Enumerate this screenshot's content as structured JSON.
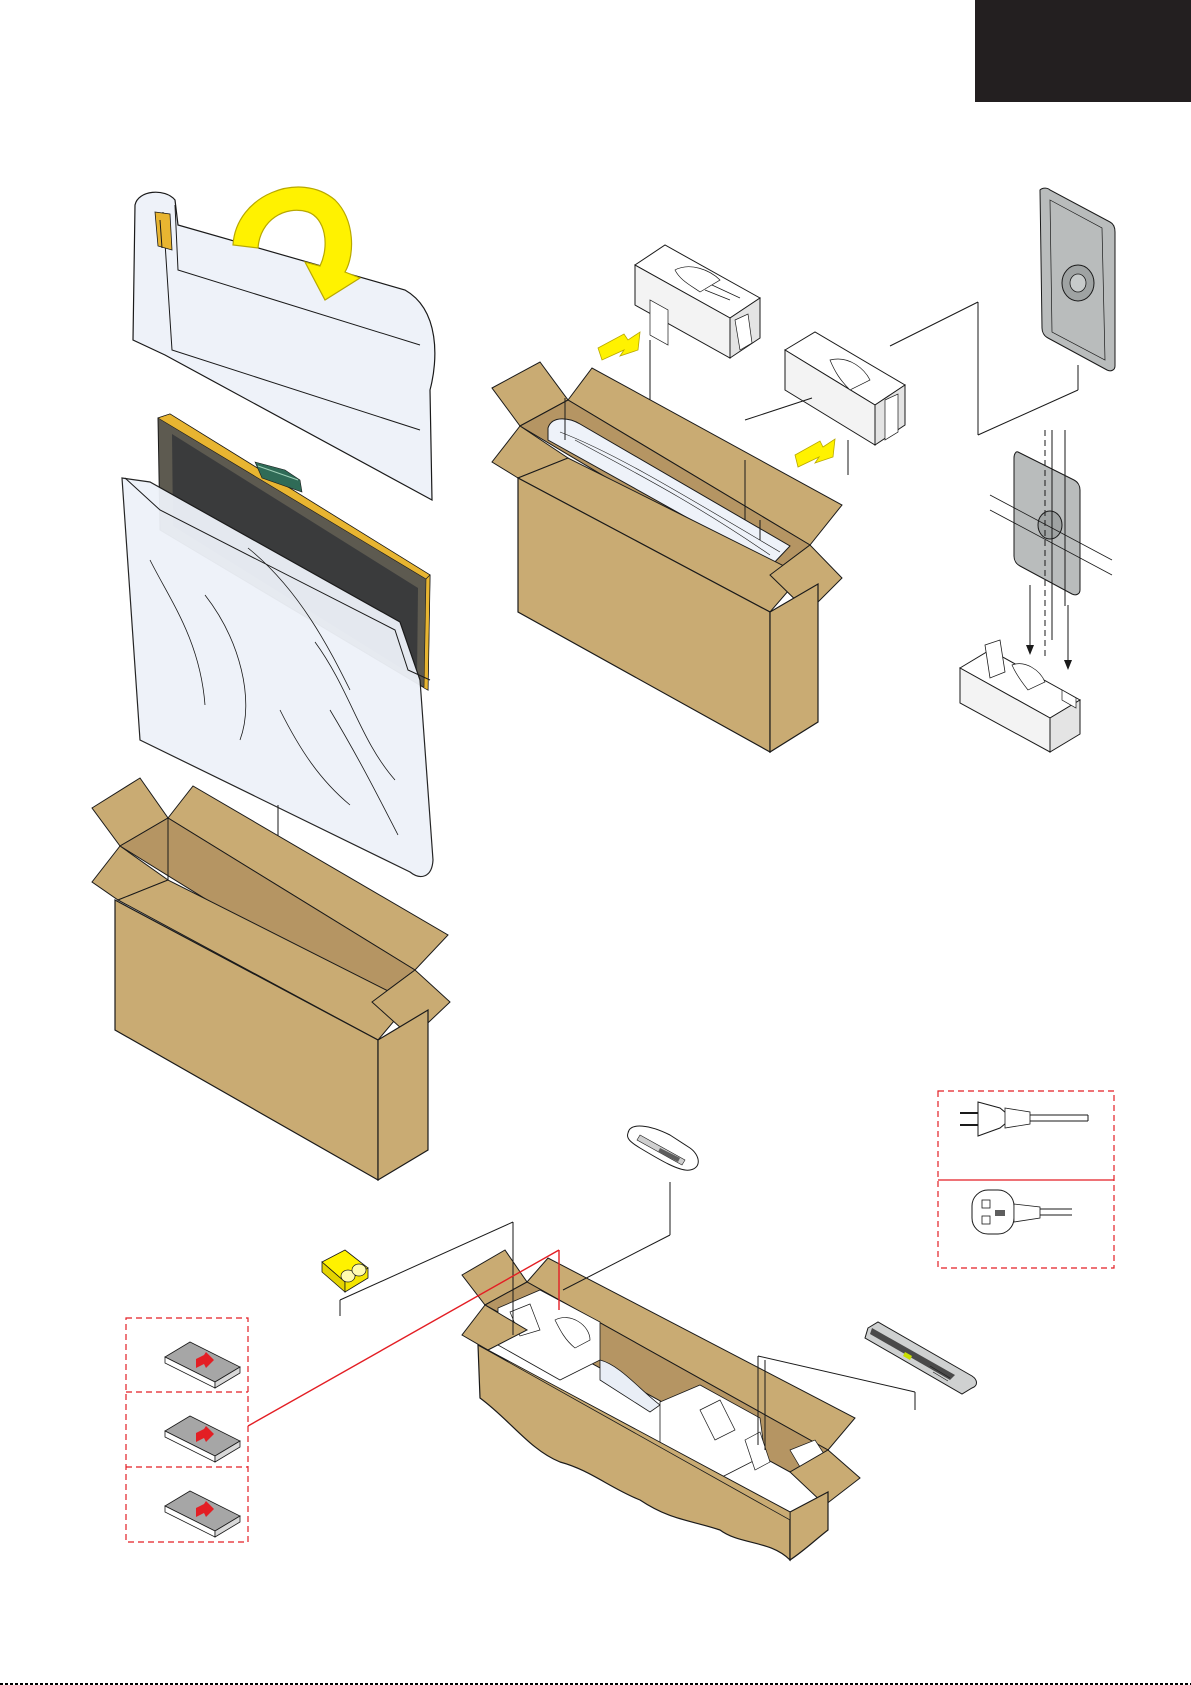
{
  "page": {
    "corner_tab_color": "#231f20",
    "bottom_rule_color": "#000000"
  },
  "colors": {
    "cardboard": "#c9ab73",
    "cardboard_edge": "#3a3020",
    "foam": "#ffffff",
    "bag": "#eef2f9",
    "screen": "#3a3b3c",
    "bezel": "#5d5a50",
    "bezel_trim": "#e8b531",
    "pcb": "#2f6b57",
    "arrow_yellow": "#fff200",
    "arrow_yellow_edge": "#b8a800",
    "pad_gray": "#b9bcbc",
    "callout_red": "#e31e24",
    "book_gray": "#a6a6a6",
    "book_arrow": "#e31e24",
    "line": "#1a1a1a"
  },
  "parts": [
    {
      "id": "protective-cover",
      "icon": "folding-bag-icon"
    },
    {
      "id": "tv-panel-in-bag",
      "icon": "tv-panel-icon"
    },
    {
      "id": "carton-open",
      "icon": "carton-box-icon"
    },
    {
      "id": "carton-with-panel",
      "icon": "carton-box-icon"
    },
    {
      "id": "foam-cushion-left",
      "icon": "foam-block-icon"
    },
    {
      "id": "foam-cushion-right",
      "icon": "foam-block-icon"
    },
    {
      "id": "stand-plate",
      "icon": "stand-plate-icon"
    },
    {
      "id": "stand-plate-mounted",
      "icon": "stand-plate-icon"
    },
    {
      "id": "stand-foam-block",
      "icon": "foam-block-icon"
    },
    {
      "id": "accessory-carton",
      "icon": "carton-box-icon"
    },
    {
      "id": "batteries",
      "icon": "battery-pair-icon"
    },
    {
      "id": "remote-control",
      "icon": "remote-icon"
    },
    {
      "id": "remote-holder",
      "icon": "remote-tray-icon"
    },
    {
      "id": "power-cord-euro",
      "icon": "euro-plug-icon"
    },
    {
      "id": "power-cord-uk",
      "icon": "uk-plug-icon"
    },
    {
      "id": "manual-1",
      "icon": "manual-book-icon"
    },
    {
      "id": "manual-2",
      "icon": "manual-book-icon"
    },
    {
      "id": "manual-3",
      "icon": "manual-book-icon"
    }
  ]
}
